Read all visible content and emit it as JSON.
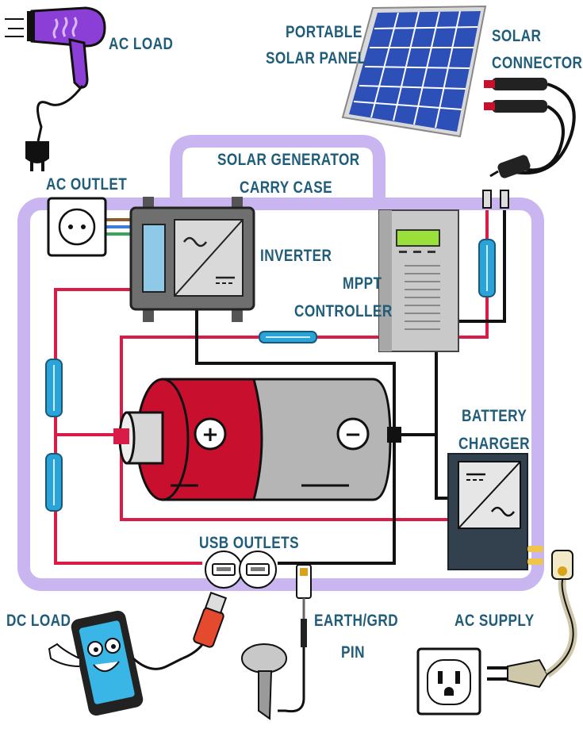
{
  "labels": {
    "ac_load": "AC LOAD",
    "portable_solar_panel_line1": "PORTABLE",
    "portable_solar_panel_line2": "SOLAR PANEL",
    "solar_connector_line1": "SOLAR",
    "solar_connector_line2": "CONNECTOR",
    "solar_generator_line1": "SOLAR GENERATOR",
    "solar_generator_line2": "CARRY CASE",
    "ac_outlet": "AC OUTLET",
    "inverter": "INVERTER",
    "mppt_line1": "MPPT",
    "mppt_line2": "CONTROLLER",
    "battery_charger_line1": "BATTERY",
    "battery_charger_line2": "CHARGER",
    "usb_outlets": "USB OUTLETS",
    "dc_load": "DC LOAD",
    "earth_line1": "EARTH/GRD",
    "earth_line2": "PIN",
    "ac_supply": "AC SUPPLY"
  },
  "colors": {
    "label_text": "#1f5d7a",
    "case_frame": "#c9b5f0",
    "wire_positive": "#d81b47",
    "wire_negative": "#111111",
    "battery_red": "#c8102e",
    "battery_grey": "#b5b5b5",
    "fuse_blue": "#2aa4d8",
    "inverter_body": "#6f6f6f",
    "charger_body": "#33414e",
    "hair_dryer": "#8c3fd6",
    "solar_cell": "#2c4fb8"
  },
  "icons": {
    "ac_load": "hair-dryer-icon",
    "solar_panel": "solar-panel-icon",
    "solar_connector": "connector-cable-icon",
    "inverter": "inverter-icon",
    "mppt": "charge-controller-icon",
    "battery": "battery-icon",
    "charger": "battery-charger-icon",
    "usb": "usb-port-icon",
    "dc_load": "smartphone-icon",
    "earth": "ground-pin-icon",
    "ac_supply": "wall-socket-icon"
  },
  "battery_symbols": {
    "positive": "+",
    "negative": "−"
  }
}
